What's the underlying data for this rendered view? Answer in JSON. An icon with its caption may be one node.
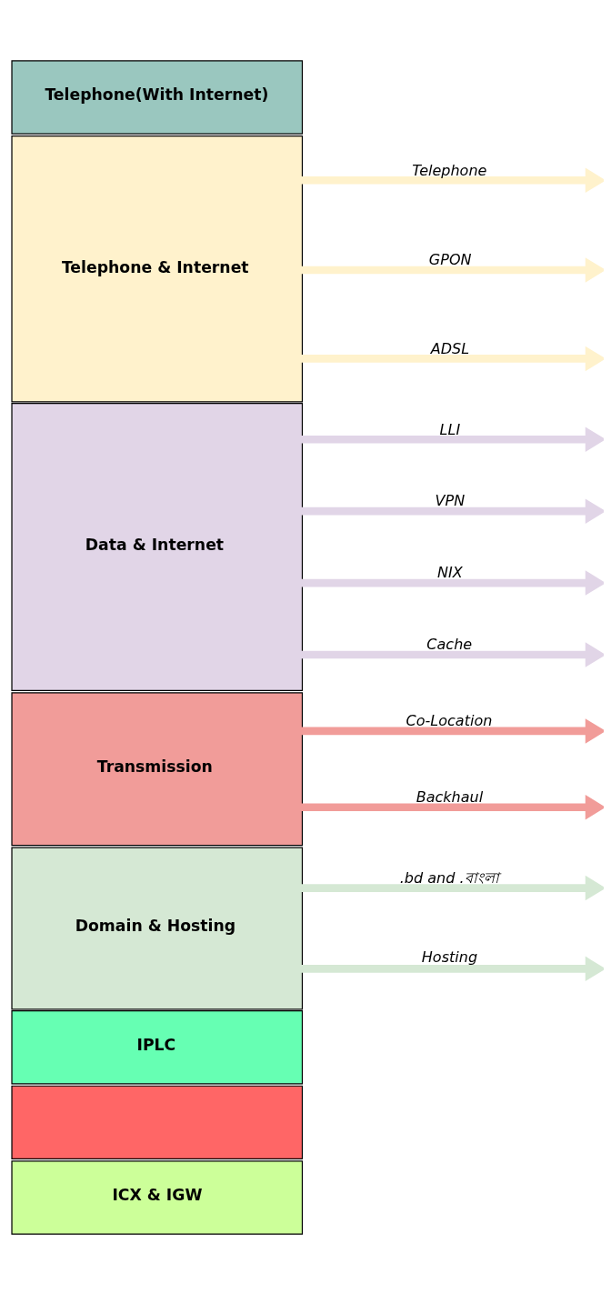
{
  "diagram": {
    "nodes": [
      {
        "text": [
          "Telephone(With Internet)"
        ]
      },
      {
        "text": [
          "Telephone & Internet"
        ]
      },
      {
        "text": [
          "Data & Internet"
        ]
      },
      {
        "text": [
          "Transmission"
        ]
      },
      {
        "text": [
          "Domain & Hosting"
        ]
      },
      {
        "text": [
          "IPLC"
        ]
      },
      {
        "text": [],
        "shape": "box"
      },
      {
        "text": [
          "ICX & IGW"
        ]
      }
    ],
    "edges": [
      {
        "from": 1,
        "to": null,
        "arrow": "to",
        "label": "Telephone",
        "color": "#fff2cc"
      },
      {
        "from": 1,
        "to": null,
        "arrow": "to",
        "label": "GPON",
        "color": "#fff2cc"
      },
      {
        "from": 1,
        "to": null,
        "arrow": "to",
        "label": "ADSL",
        "color": "#fff2cc"
      },
      {
        "from": 2,
        "to": null,
        "arrow": "to",
        "label": "LLI",
        "color": "#e1d5e7"
      },
      {
        "from": 2,
        "to": null,
        "arrow": "to",
        "label": "VPN",
        "color": "#e1d5e7"
      },
      {
        "from": 2,
        "to": null,
        "arrow": "to",
        "label": "NIX",
        "color": "#e1d5e7"
      },
      {
        "from": 2,
        "to": null,
        "arrow": "to",
        "label": "Cache",
        "color": "#e1d5e7"
      },
      {
        "from": 3,
        "to": null,
        "arrow": "to",
        "label": "Co-Location",
        "color": "#f19c99"
      },
      {
        "from": 3,
        "to": null,
        "arrow": "to",
        "label": "Backhaul",
        "color": "#f19c99"
      },
      {
        "from": 4,
        "to": null,
        "arrow": "to",
        "label": ".bd and .বাংলা",
        "color": "#d5e8d4"
      },
      {
        "from": 4,
        "to": null,
        "arrow": "to",
        "label": "Hosting",
        "color": "#d5e8d4"
      }
    ]
  }
}
